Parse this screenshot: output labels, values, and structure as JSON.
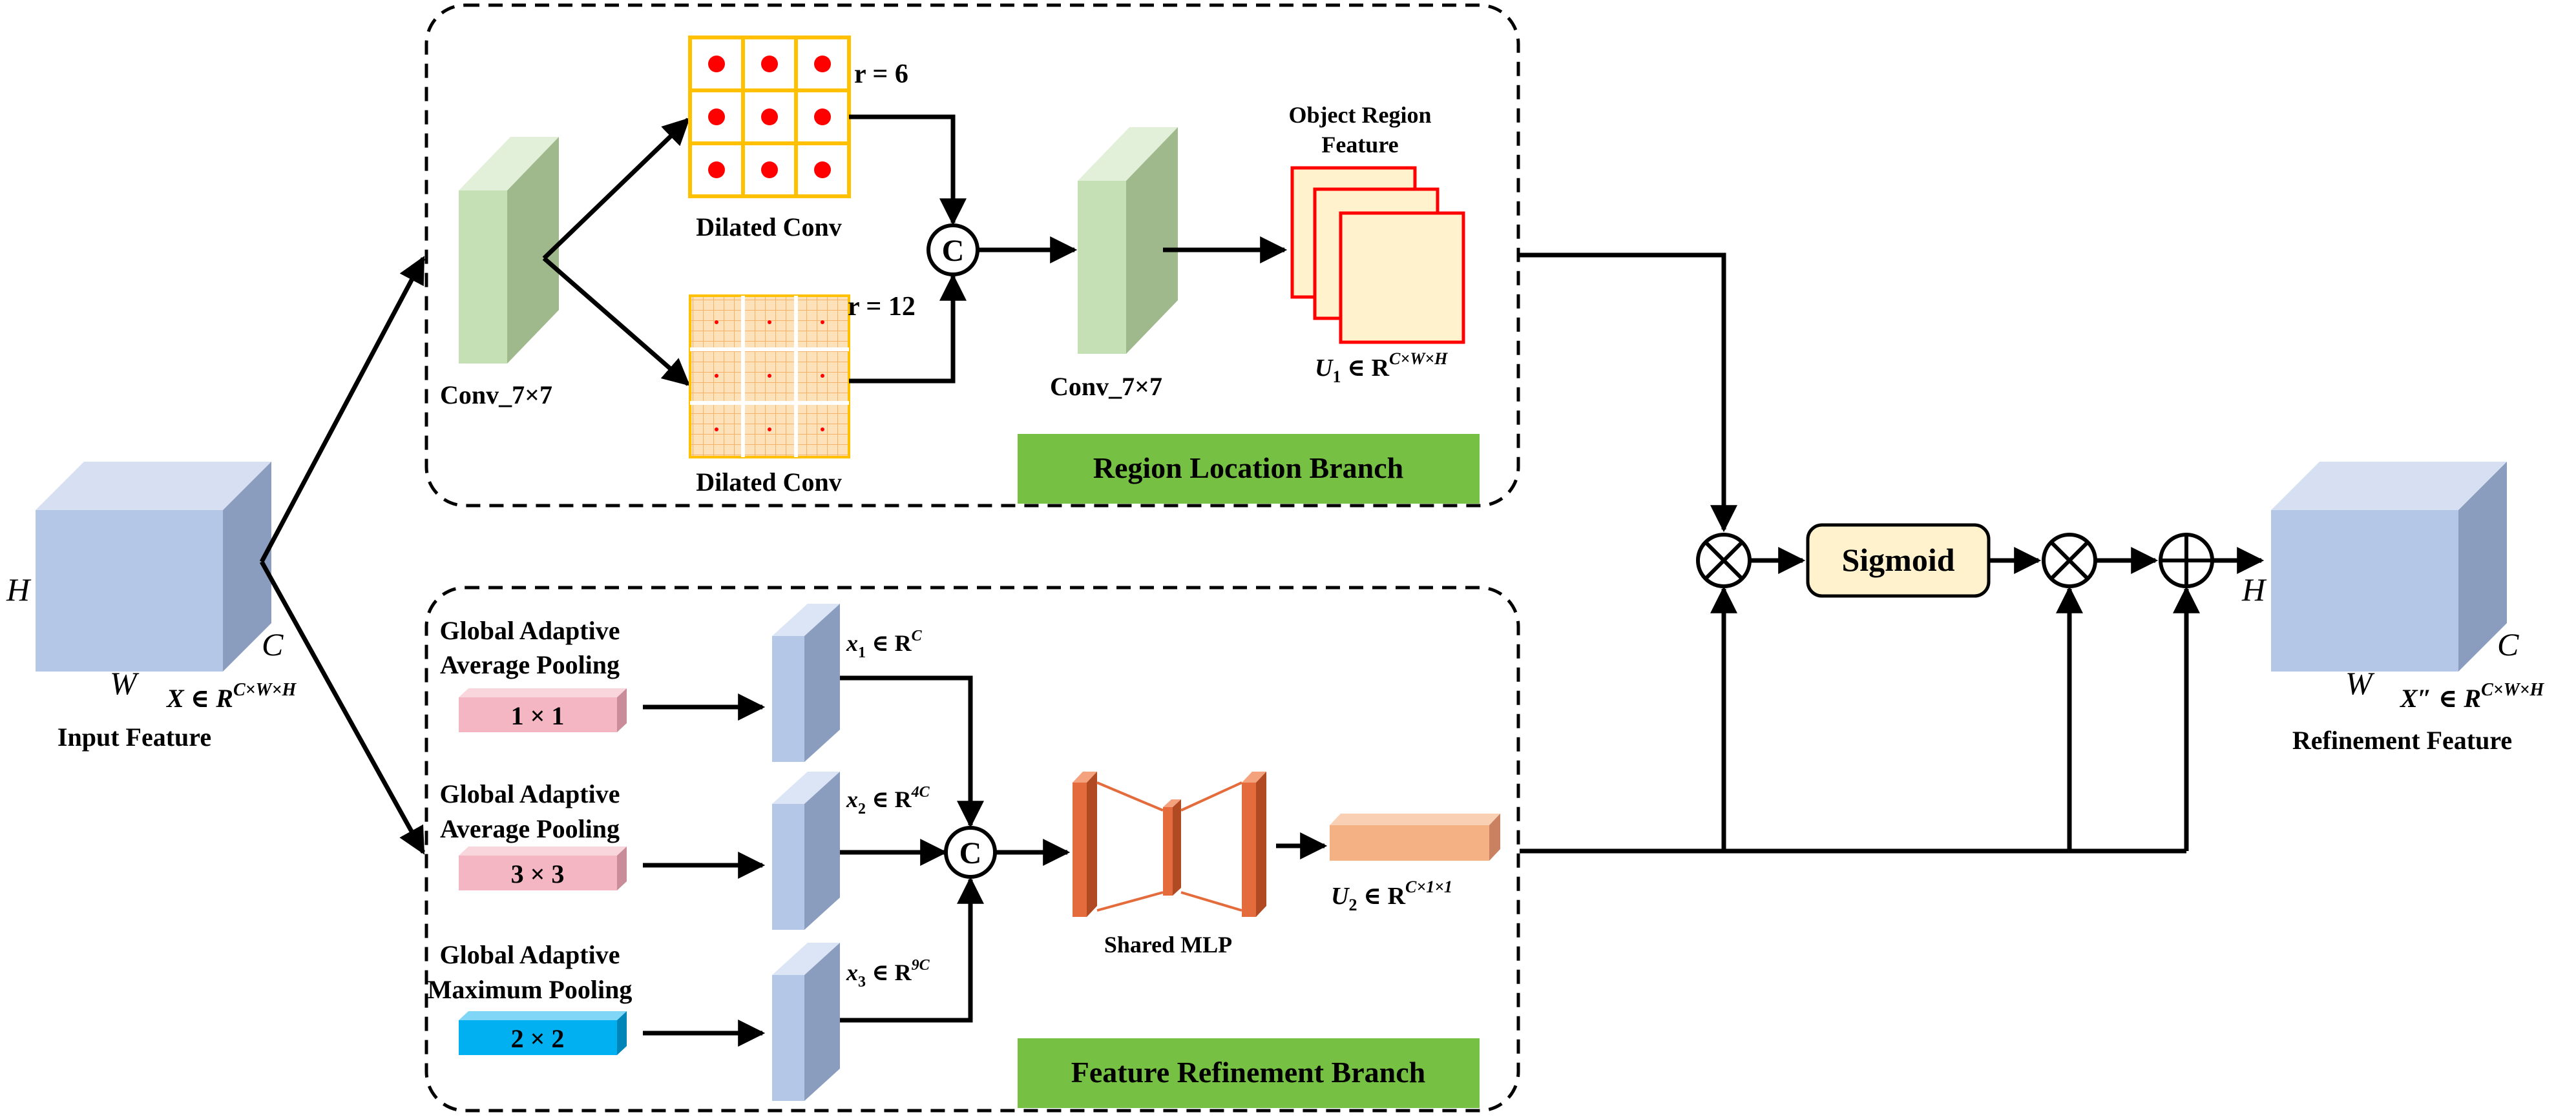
{
  "branches": {
    "region": "Region Location Branch",
    "refinement": "Feature Refinement Branch"
  },
  "input": {
    "label": "Input Feature",
    "dim_h": "H",
    "dim_w": "W",
    "dim_c": "C",
    "formula": "X ∈ R",
    "formula_sup": "C×W×H"
  },
  "output": {
    "label": "Refinement Feature",
    "dim_h": "H",
    "dim_w": "W",
    "dim_c": "C",
    "formula": "X″ ∈ R",
    "formula_sup": "C×W×H"
  },
  "region": {
    "conv1": "Conv_7×7",
    "conv2": "Conv_7×7",
    "dilated_top": "Dilated Conv",
    "dilated_bottom": "Dilated Conv",
    "rate_top": "r = 6",
    "rate_bottom": "r = 12",
    "concat": "C",
    "object_title_1": "Object Region",
    "object_title_2": "Feature",
    "u1": "U",
    "u1_sub": "1",
    "u1_rest": " ∈ R",
    "u1_sup": "C×W×H"
  },
  "refine": {
    "pool1_l1": "Global Adaptive",
    "pool1_l2": "Average Pooling",
    "pool1_size": "1 × 1",
    "pool2_l1": "Global Adaptive",
    "pool2_l2": "Average Pooling",
    "pool2_size": "3 × 3",
    "pool3_l1": "Global Adaptive",
    "pool3_l2": "Maximum Pooling",
    "pool3_size": "2 × 2",
    "x1": "x",
    "x1_sub": "1",
    "x1_rest": " ∈ R",
    "x1_sup": "C",
    "x2": "x",
    "x2_sub": "2",
    "x2_rest": " ∈ R",
    "x2_sup": "4C",
    "x3": "x",
    "x3_sub": "3",
    "x3_rest": " ∈ R",
    "x3_sup": "9C",
    "concat": "C",
    "mlp": "Shared MLP",
    "u2": "U",
    "u2_sub": "2",
    "u2_rest": " ∈ R",
    "u2_sup": "C×1×1"
  },
  "fusion": {
    "sigmoid": "Sigmoid"
  },
  "colors": {
    "green_banner": "#76c043",
    "cube_blue": "#b4c7e7",
    "conv_green": "#c5e0b4",
    "pink": "#f4b6c2",
    "cyan": "#00b0f0",
    "orange_mlp": "#e46c3c",
    "salmon": "#f4b183",
    "sigmoid_bg": "#fff2cc",
    "grid_yellow": "#ffc000",
    "dot_red": "#ff0000",
    "object_red": "#ff0000",
    "object_fill": "#fff2cc"
  }
}
